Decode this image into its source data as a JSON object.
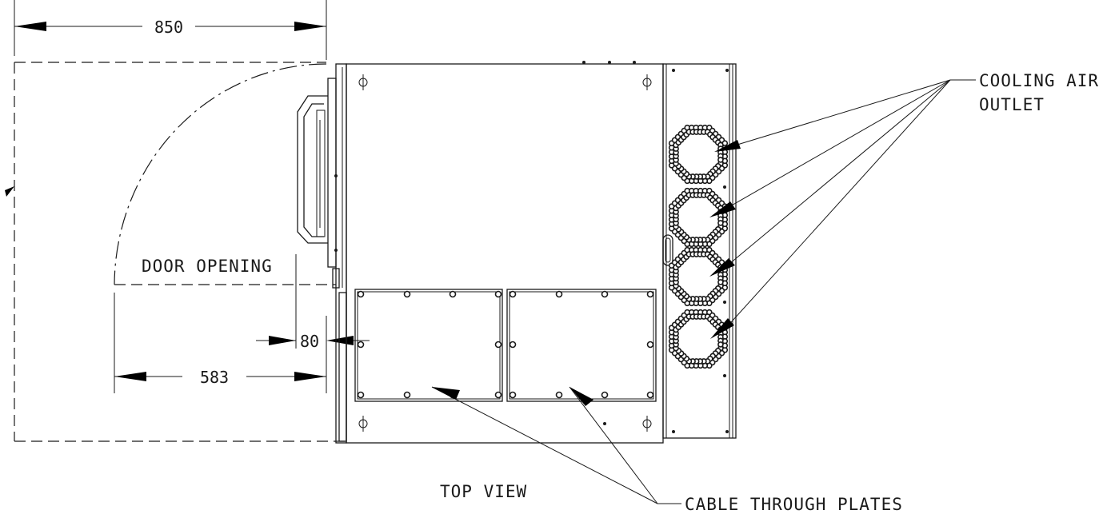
{
  "dimensions": {
    "top_width": "850",
    "door_offset": "583",
    "gap": "80"
  },
  "labels": {
    "door_opening": "DOOR OPENING",
    "cooling_air_outlet_line1": "COOLING AIR",
    "cooling_air_outlet_line2": "OUTLET",
    "top_view": "TOP VIEW",
    "cable_through_plates": "CABLE THROUGH PLATES"
  },
  "fan_outlets": 4,
  "cable_plates": 2
}
